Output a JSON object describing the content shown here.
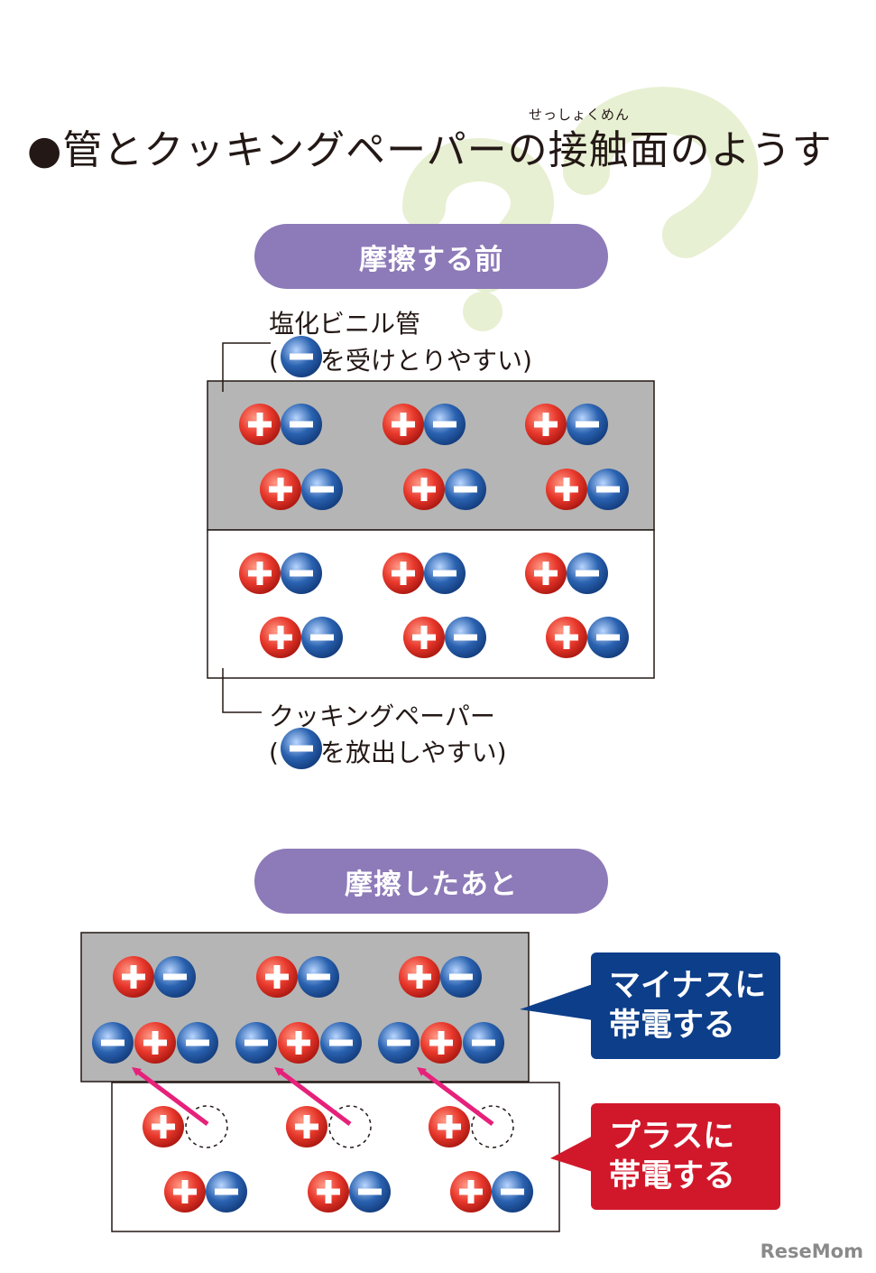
{
  "title": {
    "prefix": "●管とクッキングペーパーの",
    "kanji": "接触面",
    "suffix": "のようす",
    "ruby": "せっしょくめん"
  },
  "before": {
    "heading": "摩擦する前",
    "pvc": {
      "label": "塩化ビニル管",
      "note_open": "(",
      "note_text": "を受けとりやすい)"
    },
    "paper": {
      "label": "クッキングペーパー",
      "note_open": "(",
      "note_text": "を放出しやすい)"
    }
  },
  "after": {
    "heading": "摩擦したあと",
    "negative_callout": [
      "マイナスに",
      "帯電する"
    ],
    "positive_callout": [
      "プラスに",
      "帯電する"
    ]
  },
  "symbols": {
    "plus": "+",
    "minus": "−"
  },
  "colors": {
    "pill": "#8d7ab8",
    "pvc_fill": "#b5b5b5",
    "plus_particle": "#e8382c",
    "minus_particle": "#2a62b0",
    "arrow": "#e6217a",
    "negative_callout": "#0d3e8a",
    "positive_callout": "#d1182b",
    "deco": "#e7f0d2"
  },
  "logo": "ReseMom"
}
